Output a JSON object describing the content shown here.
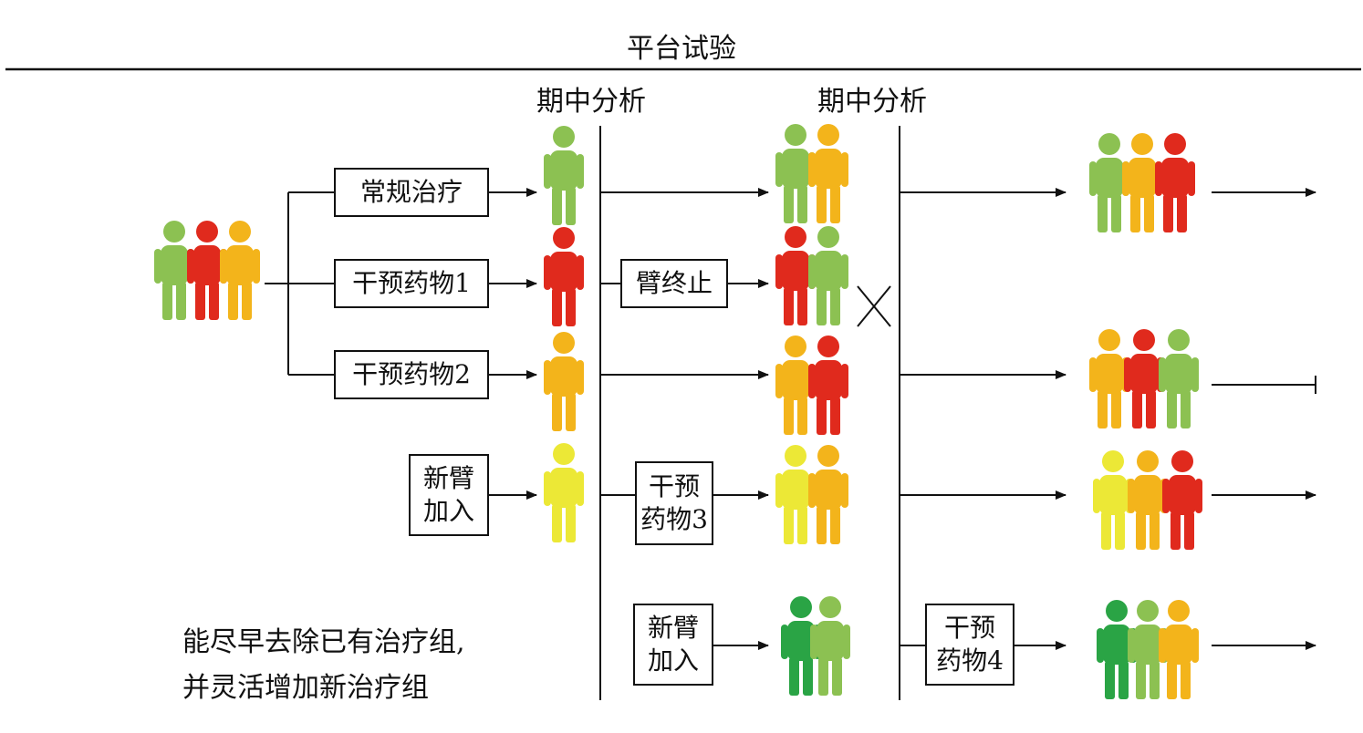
{
  "title": "平台试验",
  "interim_labels": [
    "期中分析",
    "期中分析"
  ],
  "boxes": {
    "standard_care": "常规治疗",
    "drug1": "干预药物1",
    "drug2": "干预药物2",
    "new_arm_a": [
      "新臂",
      "加入"
    ],
    "arm_stop": "臂终止",
    "drug3": [
      "干预",
      "药物3"
    ],
    "new_arm_b": [
      "新臂",
      "加入"
    ],
    "drug4": [
      "干预",
      "药物4"
    ]
  },
  "note": [
    "能尽早去除已有治疗组,",
    "并灵活增加新治疗组"
  ],
  "colors": {
    "green": "#8cc152",
    "red": "#e02a1d",
    "orange": "#f3b41b",
    "yellow": "#ece836",
    "dark_green": "#2aa445",
    "line": "#111111"
  },
  "person_groups": [
    {
      "name": "start-group",
      "people": [
        "green",
        "red",
        "orange"
      ]
    },
    {
      "name": "arm1-stage1",
      "people": [
        "green"
      ]
    },
    {
      "name": "arm2-stage1",
      "people": [
        "red"
      ]
    },
    {
      "name": "arm3-stage1",
      "people": [
        "orange"
      ]
    },
    {
      "name": "arm4-stage1",
      "people": [
        "yellow"
      ]
    },
    {
      "name": "arm1-stage2",
      "people": [
        "green",
        "orange"
      ]
    },
    {
      "name": "arm2-stage2",
      "people": [
        "red",
        "green"
      ]
    },
    {
      "name": "arm3-stage2",
      "people": [
        "orange",
        "red"
      ]
    },
    {
      "name": "arm4-stage2",
      "people": [
        "yellow",
        "orange"
      ]
    },
    {
      "name": "arm5-stage2",
      "people": [
        "dark_green",
        "green"
      ]
    },
    {
      "name": "arm1-stage3",
      "people": [
        "green",
        "orange",
        "red"
      ]
    },
    {
      "name": "arm3-stage3",
      "people": [
        "orange",
        "red",
        "green"
      ]
    },
    {
      "name": "arm4-stage3",
      "people": [
        "yellow",
        "orange",
        "red"
      ]
    },
    {
      "name": "arm5-stage3",
      "people": [
        "dark_green",
        "green",
        "orange"
      ]
    }
  ]
}
